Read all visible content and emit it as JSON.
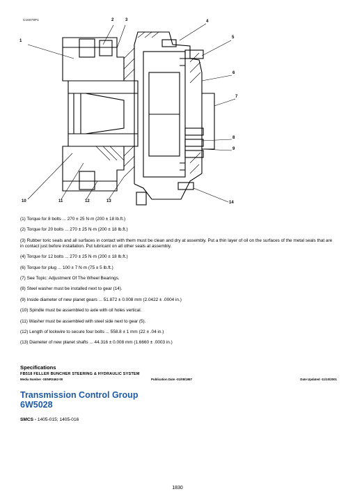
{
  "figure": {
    "code": "C16079P1",
    "callouts": [
      "1",
      "2",
      "3",
      "4",
      "5",
      "6",
      "7",
      "8",
      "9",
      "10",
      "11",
      "12",
      "13",
      "14"
    ]
  },
  "notes": [
    "(1) Torque for 8 bolts ... 270 ± 25 N·m (200 ± 18 lb.ft.)",
    "(2) Torque for 20 bolts ... 270 ± 25 N·m (200 ± 18 lb.ft.)",
    "(3) Rubber toric seals and all surfaces in contact with them must be clean and dry at assembly. Put a thin layer of oil on the surfaces of the metal seals that are in contact just before installation. Put lubricant on all other seals at assembly.",
    "(4) Torque for 12 bolts ... 270 ± 25 N·m (200 ± 18 lb.ft.)",
    "(6) Torque for plug ... 100 ± 7 N·m (75 ± 5 lb.ft.)",
    "(7) See Topic: Adjustment Of The Wheel Bearings.",
    "(8) Steel washer must be installed next to gear (14).",
    "(9) Inside diameter of new planet gears ... 51.872 ± 0.008 mm (2.0422 ± .0004 in.)",
    "(10) Spindle must be assembled to axle with oil holes vertical.",
    "(11) Washer must be assembled with steel side next to gear (5).",
    "(12) Length of lockwire to secure four bolts ... 558.8 ± 1 mm (22 ± .04 in.)",
    "(13) Diameter of new planet shafts ... 44.316 ± 0.008 mm (1.6660 ± .0003 in.)"
  ],
  "specs": {
    "title": "Specifications",
    "subtitle": "FB518 FELLER BUNCHER STEERING & HYDRAULIC SYSTEM",
    "media_number": "Media Number -SENR3462-00",
    "publication_date": "Publication Date -01/08/1987",
    "date_updated": "Date Updated -11/10/2001"
  },
  "section": {
    "title_line1": "Transmission Control Group",
    "title_line2": "6W5028",
    "smcs_label": "SMCS -",
    "smcs_value": " 1405-015; 1405-016",
    "accent_color": "#1c5aa6"
  },
  "page_number": "1830"
}
